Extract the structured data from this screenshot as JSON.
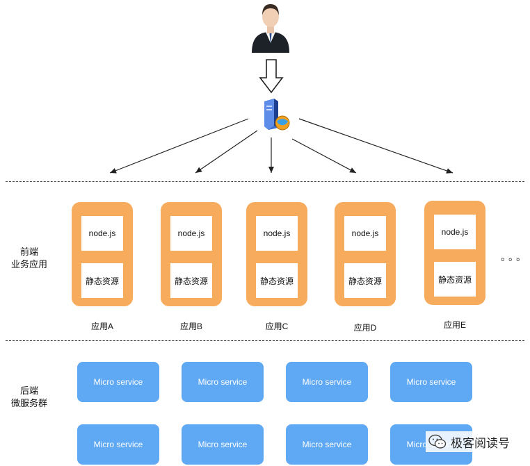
{
  "sections": {
    "frontend": [
      "前端",
      "业务应用"
    ],
    "backend": [
      "后端",
      "微服务群"
    ]
  },
  "apps": [
    {
      "top_label": "node.js",
      "bottom_label": "静态资源",
      "name": "应用A"
    },
    {
      "top_label": "node.js",
      "bottom_label": "静态资源",
      "name": "应用B"
    },
    {
      "top_label": "node.js",
      "bottom_label": "静态资源",
      "name": "应用C"
    },
    {
      "top_label": "node.js",
      "bottom_label": "静态资源",
      "name": "应用D"
    },
    {
      "top_label": "node.js",
      "bottom_label": "静态资源",
      "name": "应用E"
    }
  ],
  "ellipsis": "。。。",
  "microservices": {
    "row1": [
      "Micro service",
      "Micro service",
      "Micro service",
      "Micro service"
    ],
    "row2": [
      "Micro service",
      "Micro service",
      "Micro service",
      "Micro service"
    ]
  },
  "watermark": {
    "text": "极客阅读号"
  },
  "icons": {
    "user": "user-icon",
    "server": "server-icon",
    "wechat": "wechat-icon"
  },
  "colors": {
    "app_orange": "#f7ab5d",
    "microservice_blue": "#5fa8f3",
    "arrow": "#222222"
  }
}
